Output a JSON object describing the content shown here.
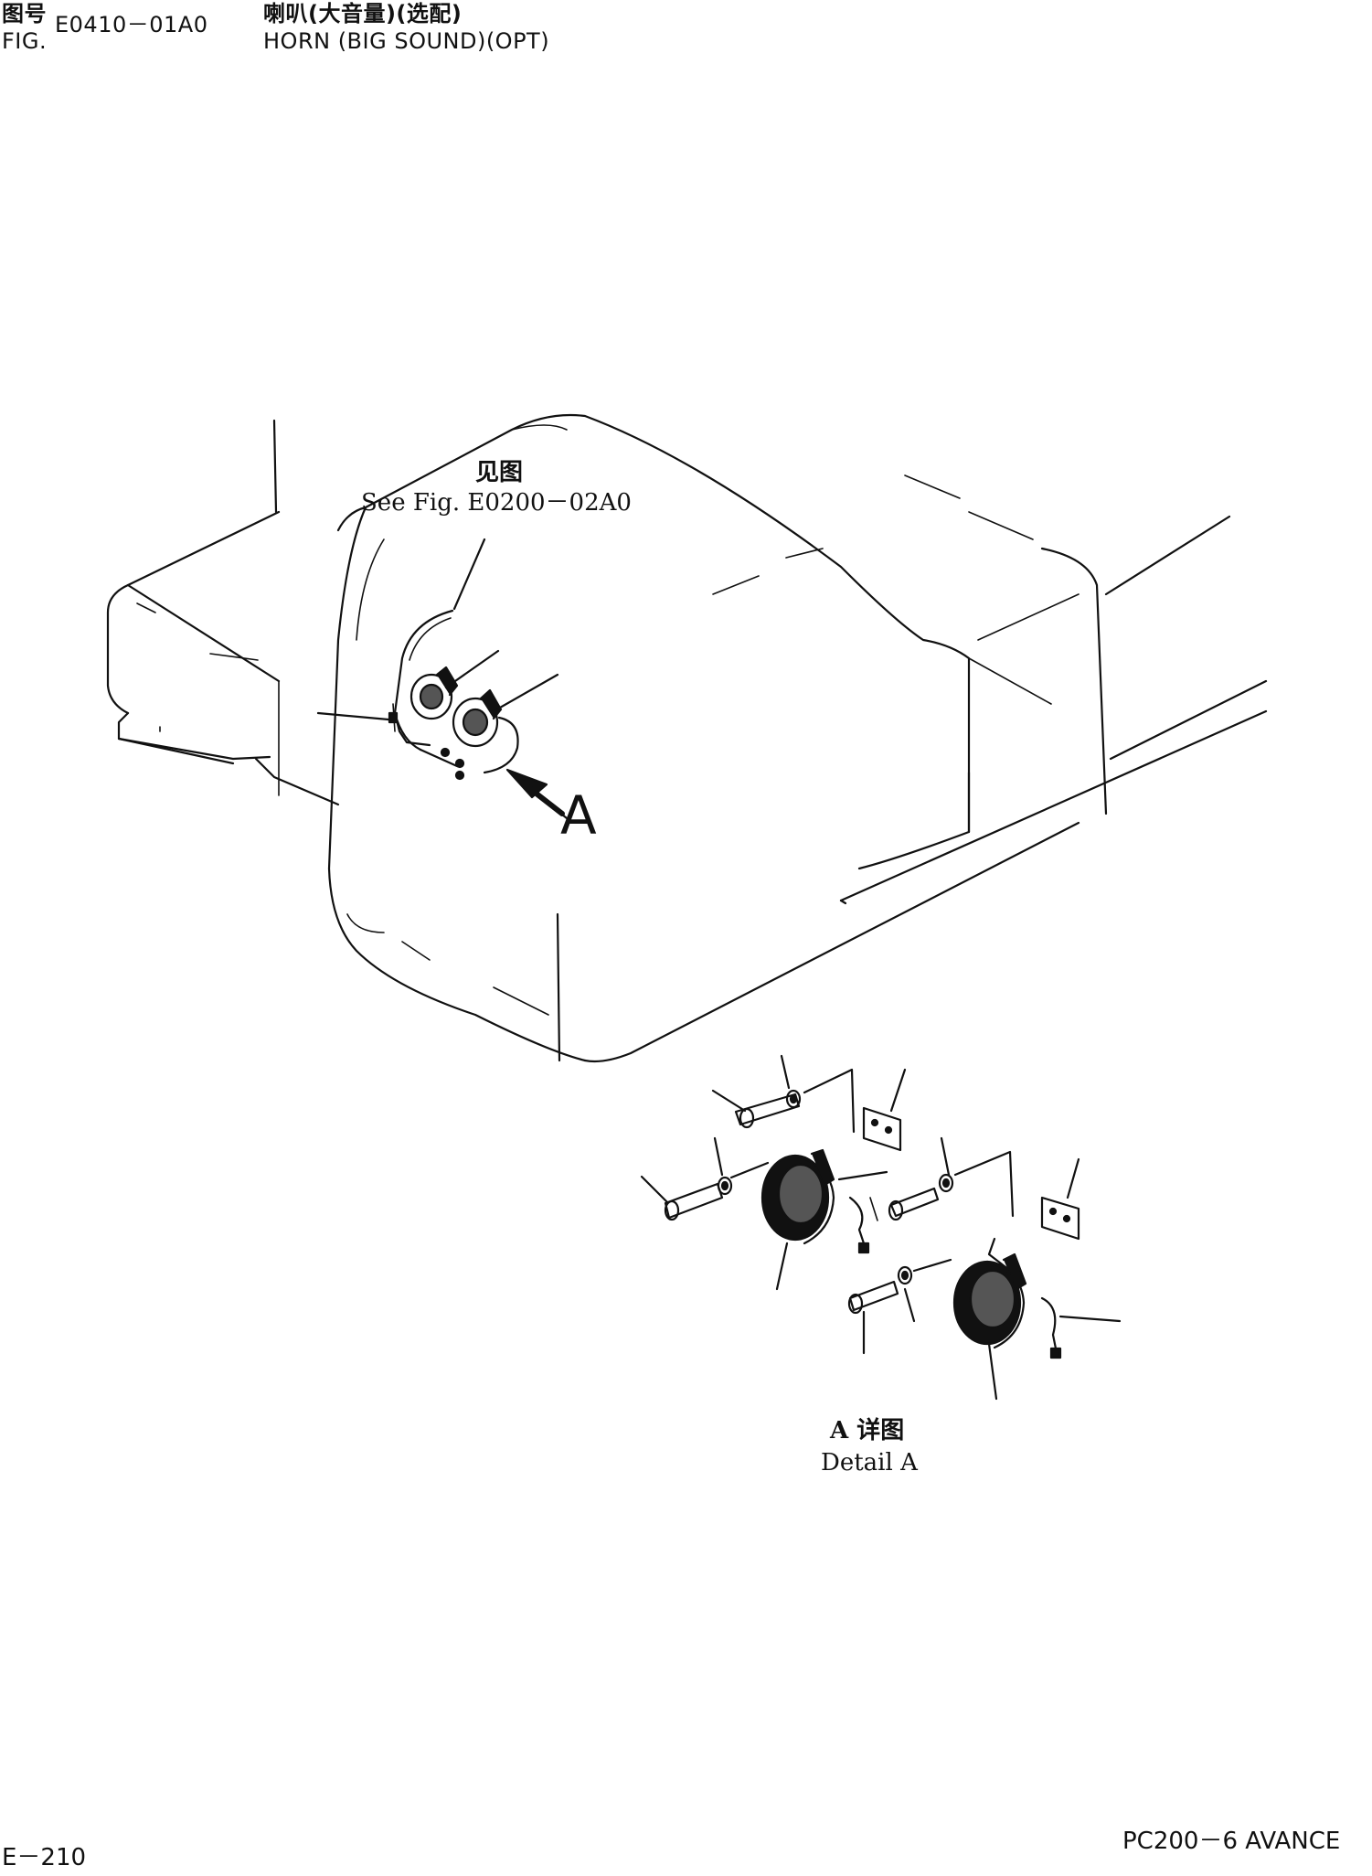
{
  "header": {
    "fig_cn_label": "图号",
    "fig_number": "E0410－01A0",
    "fig_en_label": "FIG.",
    "title_cn": "喇叭(大音量)(选配)",
    "title_en": "HORN (BIG SOUND)(OPT)"
  },
  "callout": {
    "see_cn": "见图",
    "see_en": "See Fig. E0200－02A0"
  },
  "view_arrow_label": "A",
  "detail": {
    "title_cn": "A 详图",
    "title_en": "Detail A"
  },
  "footer": {
    "page_number": "E－210",
    "model": "PC200－6 AVANCE"
  },
  "colors": {
    "line": "#111111",
    "background": "#ffffff"
  }
}
